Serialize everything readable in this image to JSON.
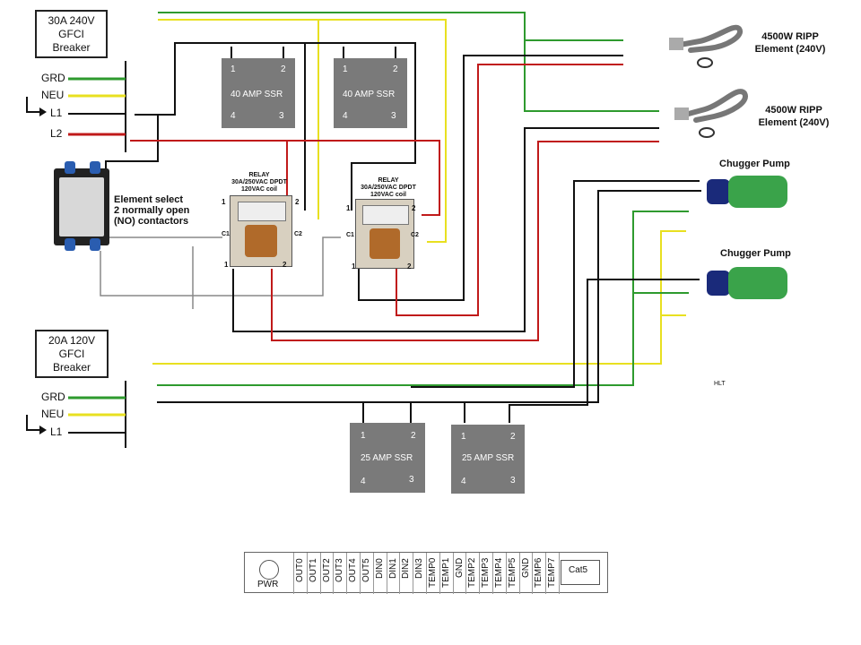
{
  "breaker_240": {
    "title": "30A 240V",
    "sub1": "GFCI",
    "sub2": "Breaker",
    "terminals": [
      "GRD",
      "NEU",
      "L1",
      "L2"
    ]
  },
  "breaker_120": {
    "title": "20A 120V",
    "sub1": "GFCI",
    "sub2": "Breaker",
    "terminals": [
      "GRD",
      "NEU",
      "L1"
    ]
  },
  "element_select": {
    "line1": "Element select",
    "line2": "2 normally open",
    "line3": "(NO) contactors"
  },
  "ssr_40": {
    "label": "40 AMP SSR",
    "pins": [
      "1",
      "2",
      "4",
      "3"
    ]
  },
  "ssr_25": {
    "label": "25 AMP SSR",
    "pins": [
      "1",
      "2",
      "4",
      "3"
    ]
  },
  "relay": {
    "line1": "RELAY",
    "line2": "30A/250VAC DPDT",
    "line3": "120VAC coil",
    "pins": [
      "1",
      "2",
      "C1",
      "C2",
      "1",
      "2"
    ]
  },
  "heating_element": {
    "line1": "4500W RIPP",
    "line2": "Element (240V)"
  },
  "pump": {
    "label": "Chugger Pump"
  },
  "stray_mark": "HLT",
  "controller": {
    "pwr": "PWR",
    "pins": [
      "OUT0",
      "OUT1",
      "OUT2",
      "OUT3",
      "OUT4",
      "OUT5",
      "DIN0",
      "DIN1",
      "DIN2",
      "DIN3",
      "TEMP0",
      "TEMP1",
      "GND",
      "TEMP2",
      "TEMP3",
      "TEMP4",
      "TEMP5",
      "GND",
      "TEMP6",
      "TEMP7"
    ],
    "cat5": "Cat5"
  },
  "colors": {
    "ground": "#2e9a2e",
    "neutral": "#e8e020",
    "hot": "#111111",
    "hot2": "#c01a1a",
    "ssr": "#7a7a7a"
  }
}
